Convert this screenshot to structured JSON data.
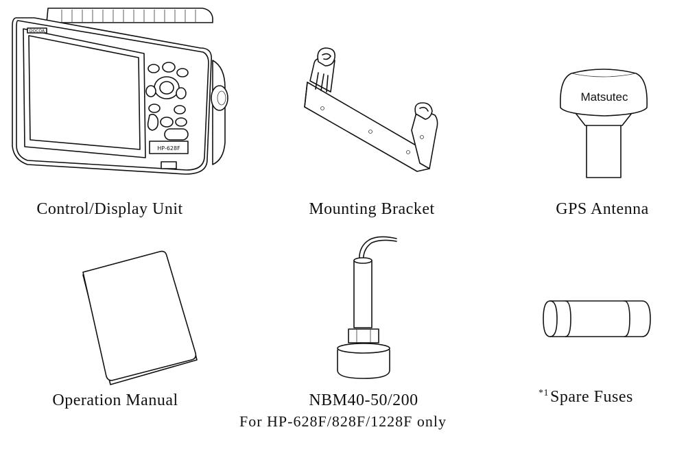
{
  "items": {
    "control_display_unit": {
      "caption": "Control/Display Unit",
      "brand_mark": "DOCOA",
      "model_plate": "HP-628F"
    },
    "mounting_bracket": {
      "caption": "Mounting Bracket"
    },
    "gps_antenna": {
      "caption": "GPS Antenna",
      "brand": "Matsutec"
    },
    "operation_manual": {
      "caption": "Operation Manual"
    },
    "transducer": {
      "caption": "NBM40-50/200",
      "note": "For HP-628F/828F/1228F only"
    },
    "spare_fuses": {
      "footnote_mark": "*1",
      "caption": "Spare Fuses"
    }
  },
  "icons": [
    "display-unit-drawing",
    "bracket-drawing",
    "gps-antenna-drawing",
    "manual-drawing",
    "transducer-drawing",
    "fuse-drawing"
  ]
}
